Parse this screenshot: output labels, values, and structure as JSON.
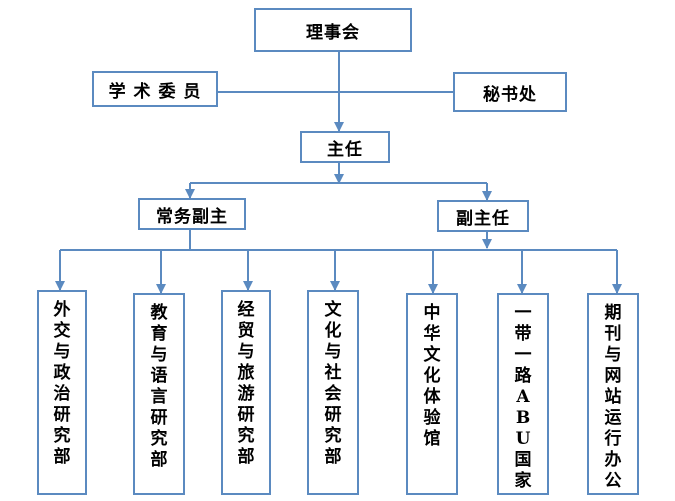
{
  "nodes": {
    "council": "理事会",
    "academic": "学 术 委 员",
    "secretariat": "秘书处",
    "director": "主任",
    "exec_deputy": "常务副主",
    "deputy": "副主任",
    "dept1": "外交与政治研究部",
    "dept2": "教育与语言研究部",
    "dept3": "经贸与旅游研究部",
    "dept4": "文化与社会研究部",
    "dept5": "中华文化体验馆",
    "dept6": "一带一路ABU国家",
    "dept7": "期刊与网站运行办公"
  },
  "colors": {
    "line": "#5b8ac0",
    "border": "#5b8ac0"
  }
}
